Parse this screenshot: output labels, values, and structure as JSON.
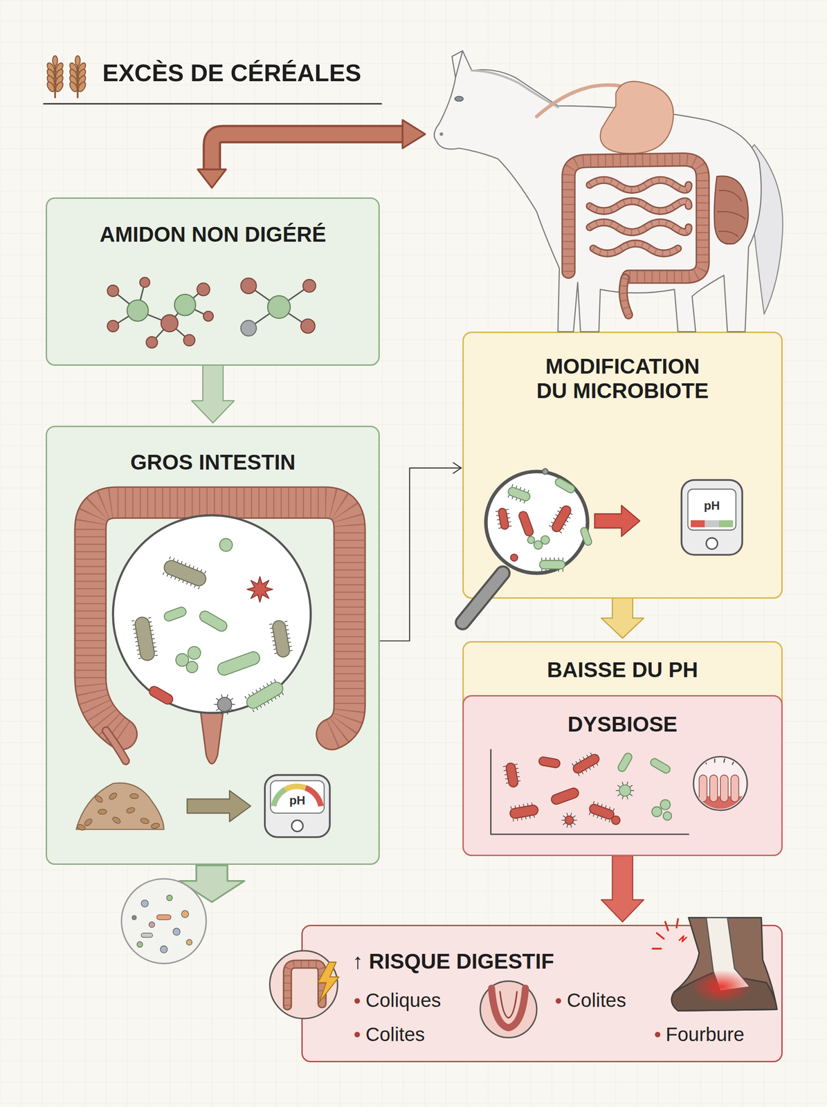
{
  "diagram": {
    "title": "EXCÈS DE CÉRÉALES",
    "nodes": [
      {
        "text": [
          "AMIDON NON DIGÉRÉ"
        ]
      },
      {
        "text": [
          "GROS INTESTIN"
        ]
      },
      {
        "text": [
          "MODIFICATION DU MICROBIOTE"
        ]
      },
      {
        "text": [
          "BAISSE DU PH"
        ]
      },
      {
        "text": [
          "DYSBIOSE"
        ]
      },
      {
        "text": [
          "↑ RISQUE DIGESTIF",
          "Coliques",
          "Colites",
          "Colites",
          "Fourbure"
        ]
      }
    ],
    "edges": [
      {
        "from": 0,
        "to": 1,
        "arrow": "to"
      },
      {
        "from": 1,
        "to": 2,
        "arrow": "to"
      },
      {
        "from": 2,
        "to": 3,
        "arrow": "to"
      },
      {
        "from": 4,
        "to": 5,
        "arrow": "to"
      }
    ],
    "labels": [
      "pH",
      "pH"
    ]
  }
}
